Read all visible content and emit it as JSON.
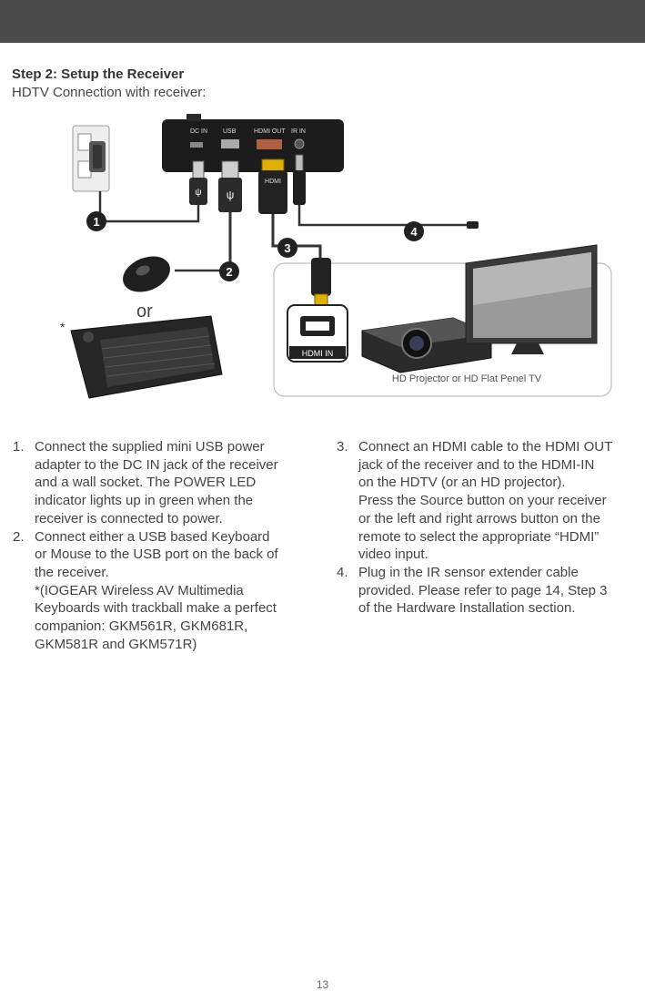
{
  "heading": "Step 2: Setup the Receiver",
  "subheading": "HDTV Connection with receiver:",
  "diagram": {
    "port_dc_in": "DC IN",
    "port_usb": "USB",
    "port_hdmi_out": "HDMI OUT",
    "port_ir_in": "IR IN",
    "hdmi_plug_label": "HDMI",
    "step_1": "1",
    "step_2": "2",
    "step_3": "3",
    "step_4": "4",
    "or_label": "or",
    "asterisk": "*",
    "hdmi_in_label": "HDMI IN",
    "display_caption": "HD Projector or HD Flat Penel TV"
  },
  "left_list": [
    {
      "num": "1.",
      "lines": [
        "Connect the supplied mini USB power",
        "adapter to the DC IN jack of the receiver",
        "and a wall socket. The POWER LED",
        "indicator lights up in green when the",
        "receiver is connected to power."
      ]
    },
    {
      "num": "2.",
      "lines": [
        "Connect either a USB based Keyboard",
        "or Mouse to the USB port on the back of",
        "the receiver.",
        "*(IOGEAR Wireless AV Multimedia",
        "Keyboards with trackball make a perfect",
        "companion: GKM561R, GKM681R,",
        "GKM581R and GKM571R)"
      ]
    }
  ],
  "right_list": [
    {
      "num": "3.",
      "lines": [
        "Connect an HDMI cable to the HDMI OUT",
        "jack of the receiver and to the HDMI-IN",
        "on the HDTV (or an HD projector).",
        "Press the Source button on your receiver",
        "or the left and right arrows button on the",
        "remote to select the appropriate “HDMI”",
        "video input."
      ]
    },
    {
      "num": "4.",
      "lines": [
        "Plug in the IR sensor extender cable",
        "provided. Please refer to page 14, Step 3",
        "of the Hardware Installation section."
      ]
    }
  ],
  "page_number": "13"
}
